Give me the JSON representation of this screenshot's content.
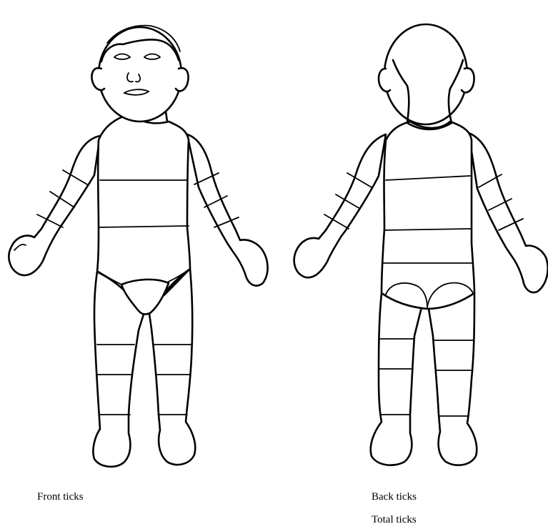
{
  "labels": {
    "front": "Front ticks",
    "back": "Back ticks",
    "total": "Total ticks"
  },
  "figures": {
    "front_view": "front",
    "back_view": "back"
  }
}
